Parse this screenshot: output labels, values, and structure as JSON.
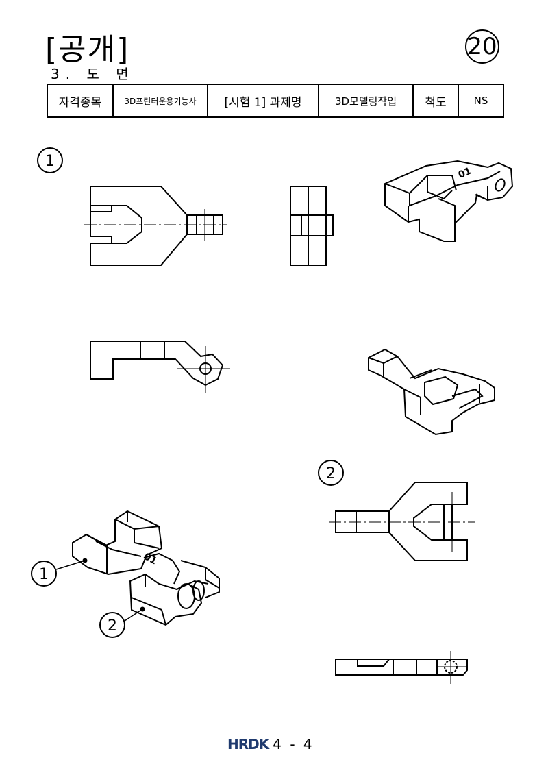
{
  "header": {
    "title": "[공개]",
    "sheet_number": "20",
    "subtitle": "3. 도 면"
  },
  "info_table": {
    "label_qualification": "자격종목",
    "qualification": "3D프린터운용기능사",
    "label_task": "[시험 1] 과제명",
    "task": "3D모델링작업",
    "label_scale": "척도",
    "scale": "NS"
  },
  "drawing": {
    "part_labels": [
      "1",
      "2"
    ],
    "engraving": "01",
    "line_color": "#000000"
  },
  "footer": {
    "logo": "HRDK",
    "page": "4 - 4"
  }
}
